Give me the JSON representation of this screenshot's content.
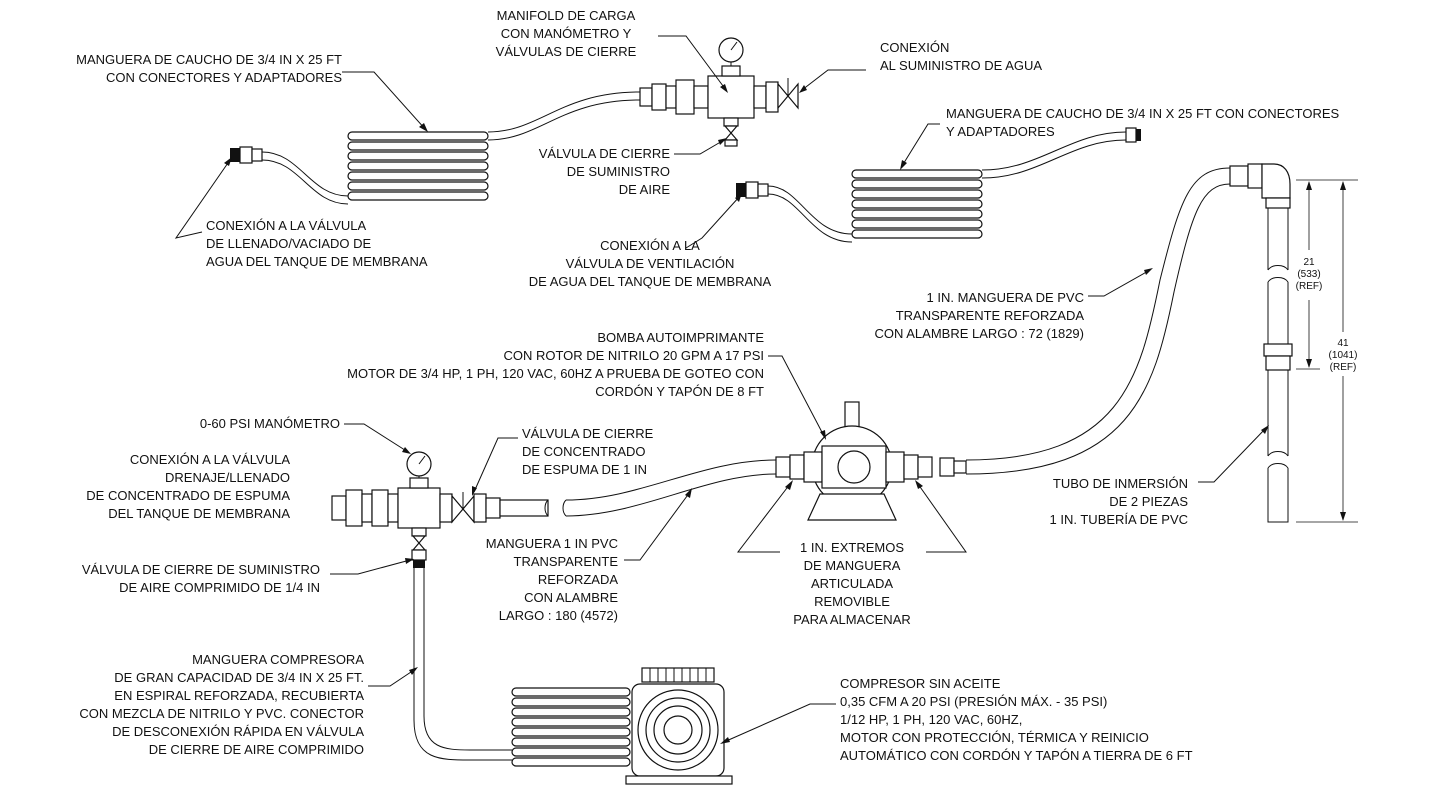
{
  "labels": {
    "hose_top_left": [
      "MANGUERA DE CAUCHO DE 3/4 IN X 25 FT",
      "CON CONECTORES Y ADAPTADORES"
    ],
    "manifold": [
      "MANIFOLD DE CARGA",
      "CON MANÓMETRO Y",
      "VÁLVULAS DE CIERRE"
    ],
    "water_supply": [
      "CONEXIÓN",
      "AL SUMINISTRO DE AGUA"
    ],
    "hose_top_right": [
      "MANGUERA DE CAUCHO DE 3/4 IN X 25 FT CON CONECTORES",
      "Y ADAPTADORES"
    ],
    "air_shutoff": [
      "VÁLVULA DE CIERRE",
      "DE SUMINISTRO",
      "DE AIRE"
    ],
    "fill_drain": [
      "CONEXIÓN A LA VÁLVULA",
      "DE LLENADO/VACIADO DE",
      "AGUA DEL TANQUE DE MEMBRANA"
    ],
    "vent_valve": [
      "CONEXIÓN A LA",
      "VÁLVULA DE VENTILACIÓN",
      "DE AGUA DEL TANQUE DE MEMBRANA"
    ],
    "pvc_hose_long": [
      "1 IN. MANGUERA DE PVC",
      "TRANSPARENTE REFORZADA",
      "CON ALAMBRE LARGO : 72 (1829)"
    ],
    "pump": [
      "BOMBA AUTOIMPRIMANTE",
      "CON ROTOR DE NITRILO 20 GPM A 17 PSI",
      "MOTOR DE 3/4 HP, 1 PH, 120 VAC, 60HZ A PRUEBA DE GOTEO CON",
      "CORDÓN Y TAPÓN DE 8 FT"
    ],
    "gauge": [
      "0-60 PSI MANÓMETRO"
    ],
    "concentrate_valve": [
      "CONEXIÓN A LA VÁLVULA",
      "DRENAJE/LLENADO",
      "DE CONCENTRADO DE ESPUMA",
      "DEL TANQUE DE MEMBRANA"
    ],
    "foam_shutoff": [
      "VÁLVULA DE CIERRE",
      "DE CONCENTRADO",
      "DE ESPUMA DE 1 IN"
    ],
    "dip_tube": [
      "TUBO DE INMERSIÓN",
      "DE 2 PIEZAS",
      "1 IN. TUBERÍA DE PVC"
    ],
    "compressed_air_shutoff": [
      "VÁLVULA DE CIERRE DE SUMINISTRO",
      "DE AIRE COMPRIMIDO DE 1/4 IN"
    ],
    "pvc_hose_short": [
      "MANGUERA 1 IN PVC",
      "TRANSPARENTE",
      "REFORZADA",
      "CON ALAMBRE",
      "LARGO : 180 (4572)"
    ],
    "hose_ends": [
      "1 IN. EXTREMOS",
      "DE MANGUERA",
      "ARTICULADA",
      "REMOVIBLE",
      "PARA ALMACENAR"
    ],
    "compressor_hose": [
      "MANGUERA COMPRESORA",
      "DE GRAN CAPACIDAD DE 3/4 IN X 25 FT.",
      "EN ESPIRAL REFORZADA, RECUBIERTA",
      "CON MEZCLA DE NITRILO Y PVC. CONECTOR",
      "DE DESCONEXIÓN RÁPIDA EN VÁLVULA",
      "DE CIERRE DE AIRE COMPRIMIDO"
    ],
    "compressor": [
      "COMPRESOR SIN ACEITE",
      "0,35 CFM A 20 PSI (PRESIÓN MÁX. - 35 PSI)",
      "1/12 HP, 1 PH, 120 VAC, 60HZ,",
      "MOTOR CON PROTECCIÓN, TÉRMICA Y REINICIO",
      "AUTOMÁTICO CON CORDÓN Y TAPÓN A TIERRA DE 6 FT"
    ]
  },
  "dimensions": {
    "inner": [
      "21",
      "(533)",
      "(REF)"
    ],
    "outer": [
      "41",
      "(1041)",
      "(REF)"
    ]
  }
}
